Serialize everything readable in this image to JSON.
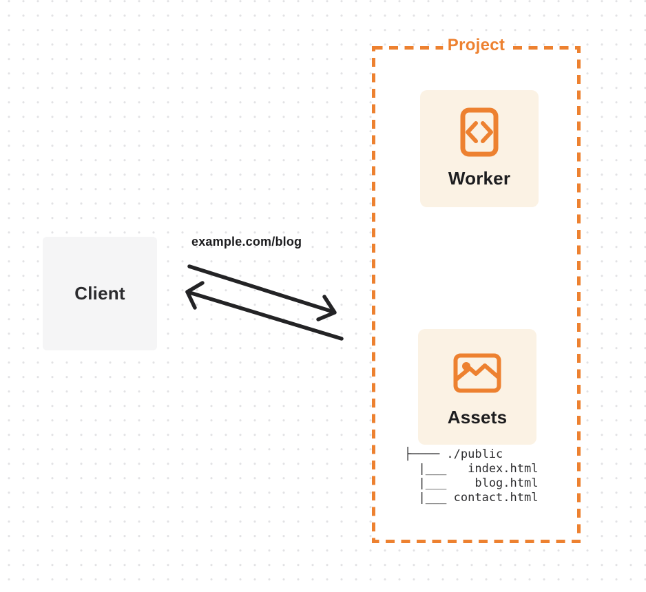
{
  "diagram": {
    "client": {
      "label": "Client"
    },
    "request": {
      "label": "example.com/blog"
    },
    "project": {
      "title": "Project",
      "worker": {
        "label": "Worker",
        "icon": "code-file-icon"
      },
      "assets": {
        "label": "Assets",
        "icon": "image-icon"
      },
      "file_tree": "├──── ./public\n  |___   index.html\n  |___    blog.html\n  |___ contact.html"
    },
    "colors": {
      "accent_orange": "#ed8130",
      "card_cream": "#fbf2e4",
      "client_gray": "#f5f5f6",
      "ink": "#232325",
      "grid_dot": "#e2e2e4"
    }
  }
}
